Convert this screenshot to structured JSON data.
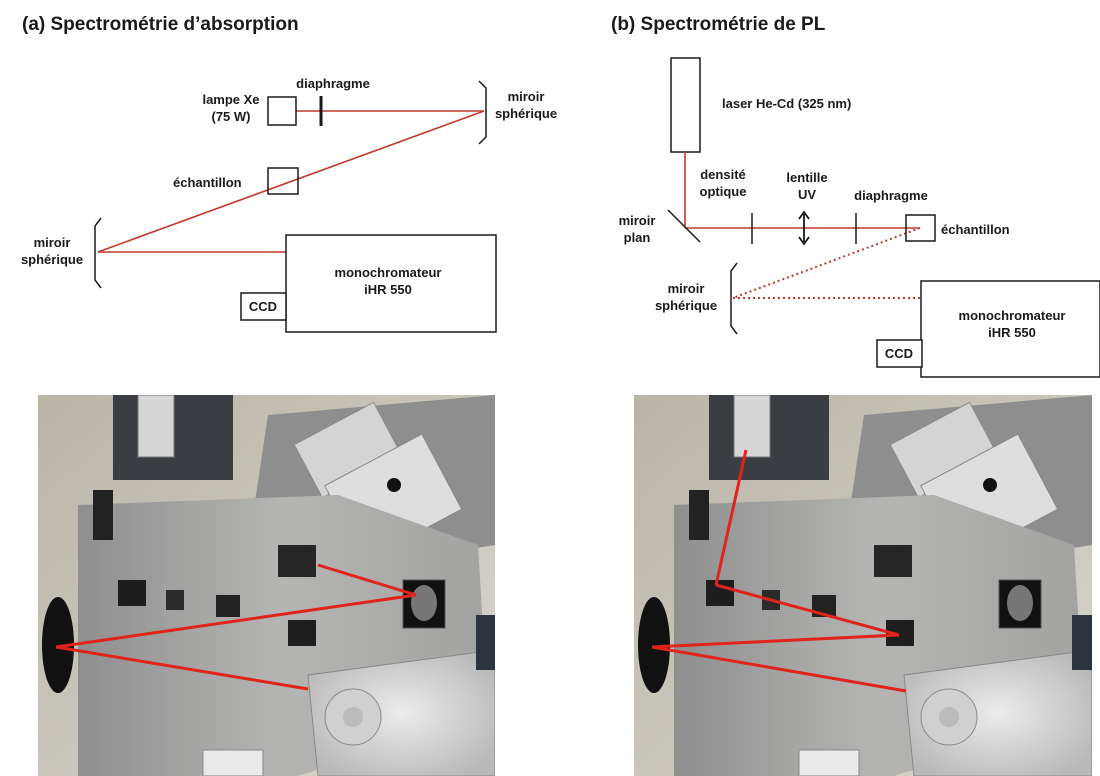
{
  "panel_a": {
    "title": "(a)  Spectrométrie d’absorption",
    "labels": {
      "lamp_line1": "lampe Xe",
      "lamp_line2": "(75 W)",
      "diaphragm": "diaphragme",
      "mirror_right_line1": "miroir",
      "mirror_right_line2": "sphérique",
      "sample": "échantillon",
      "mirror_left_line1": "miroir",
      "mirror_left_line2": "sphérique",
      "mono_line1": "monochromateur",
      "mono_line2": "iHR 550",
      "ccd": "CCD"
    }
  },
  "panel_b": {
    "title": "(b)  Spectrométrie de PL",
    "labels": {
      "laser": "laser He-Cd (325 nm)",
      "density_line1": "densité",
      "density_line2": "optique",
      "lens_line1": "lentille",
      "lens_line2": "UV",
      "diaphragm": "diaphragme",
      "plane_mirror_line1": "miroir",
      "plane_mirror_line2": "plan",
      "sample": "échantillon",
      "mirror_line1": "miroir",
      "mirror_line2": "sphérique",
      "mono_line1": "monochromateur",
      "mono_line2": "iHR 550",
      "ccd": "CCD"
    }
  },
  "colors": {
    "beam": "#c0392b",
    "ink": "#1a1a1a"
  }
}
